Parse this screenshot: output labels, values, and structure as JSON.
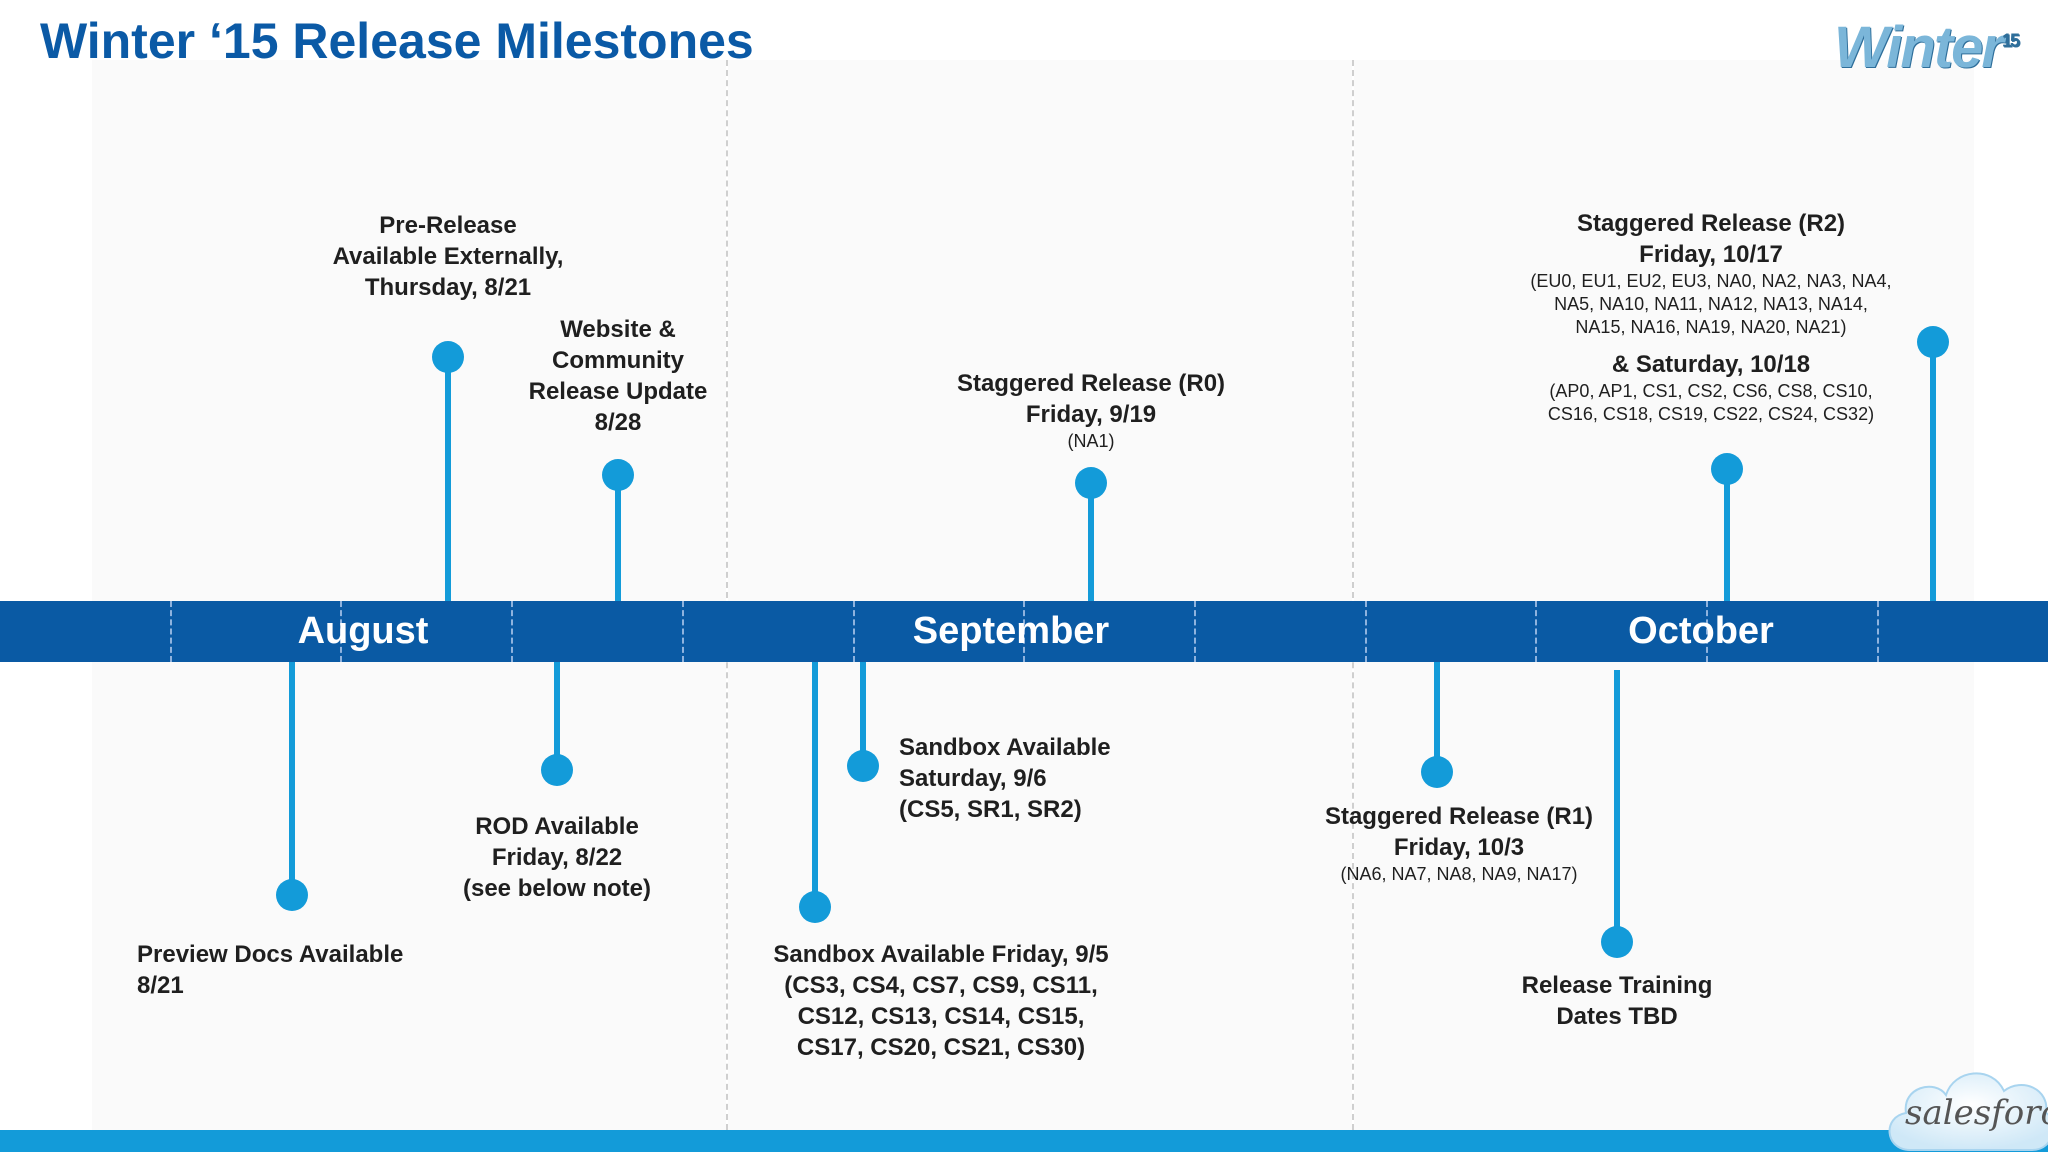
{
  "title": "Winter ‘15 Release Milestones",
  "logo": {
    "text": "Winter",
    "badge": "15",
    "brand": "salesforce"
  },
  "colors": {
    "title": "#0b5aa6",
    "band": "#0a5aa4",
    "accent": "#139bd9"
  },
  "months": [
    "August",
    "September",
    "October"
  ],
  "milestones_above": [
    {
      "lines": [
        "Pre-Release",
        "Available Externally,",
        "Thursday, 8/21"
      ]
    },
    {
      "lines": [
        "Website &",
        "Community",
        "Release Update",
        "8/28"
      ]
    },
    {
      "lines": [
        "Staggered Release (R0)",
        "Friday, 9/19"
      ],
      "sub": "(NA1)"
    },
    {
      "lines": [
        "Staggered Release (R2)",
        "Friday, 10/17"
      ],
      "sub": "(EU0, EU1, EU2, EU3, NA0, NA2, NA3, NA4, NA5, NA10, NA11, NA12, NA13, NA14, NA15, NA16, NA19, NA20, NA21)",
      "lines2": [
        "& Saturday, 10/18"
      ],
      "sub2": "(AP0, AP1, CS1, CS2, CS6, CS8, CS10, CS16, CS18, CS19, CS22, CS24, CS32)"
    }
  ],
  "milestones_below": [
    {
      "lines": [
        "Preview Docs Available",
        "8/21"
      ]
    },
    {
      "lines": [
        "ROD Available",
        "Friday, 8/22",
        "(see below note)"
      ]
    },
    {
      "lines": [
        "Sandbox Available Friday, 9/5",
        "(CS3, CS4, CS7, CS9, CS11,",
        "CS12, CS13, CS14, CS15,",
        "CS17, CS20, CS21, CS30)"
      ]
    },
    {
      "lines": [
        "Sandbox Available",
        "Saturday, 9/6",
        "(CS5, SR1, SR2)"
      ]
    },
    {
      "lines": [
        "Staggered Release (R1)",
        "Friday, 10/3"
      ],
      "sub": "(NA6, NA7, NA8, NA9, NA17)"
    },
    {
      "lines": [
        "Release Training",
        "Dates TBD"
      ]
    }
  ]
}
